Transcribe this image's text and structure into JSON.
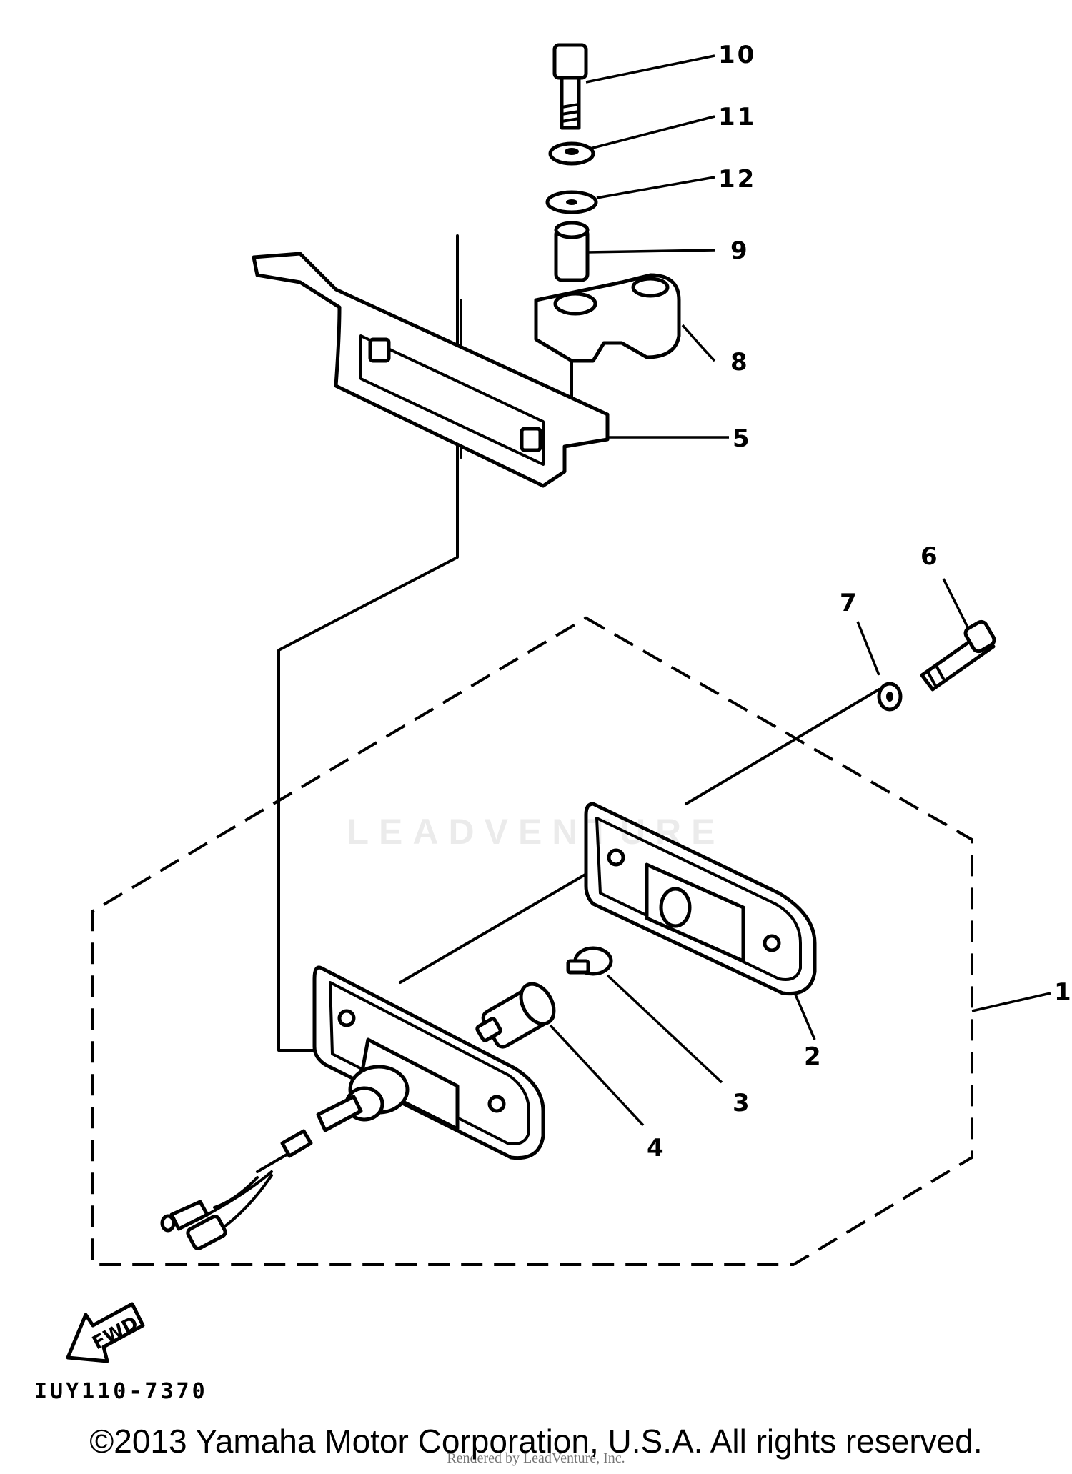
{
  "diagram": {
    "code": "IUY110-7370",
    "copyright": "©2013 Yamaha Motor Corporation, U.S.A. All rights reserved.",
    "watermark": "LEADVENTURE",
    "rendered_by": "Rendered by LeadVenture, Inc.",
    "direction_label": "FWD",
    "callouts": [
      "1",
      "2",
      "3",
      "4",
      "5",
      "6",
      "7",
      "8",
      "9",
      "10",
      "11",
      "12"
    ]
  }
}
